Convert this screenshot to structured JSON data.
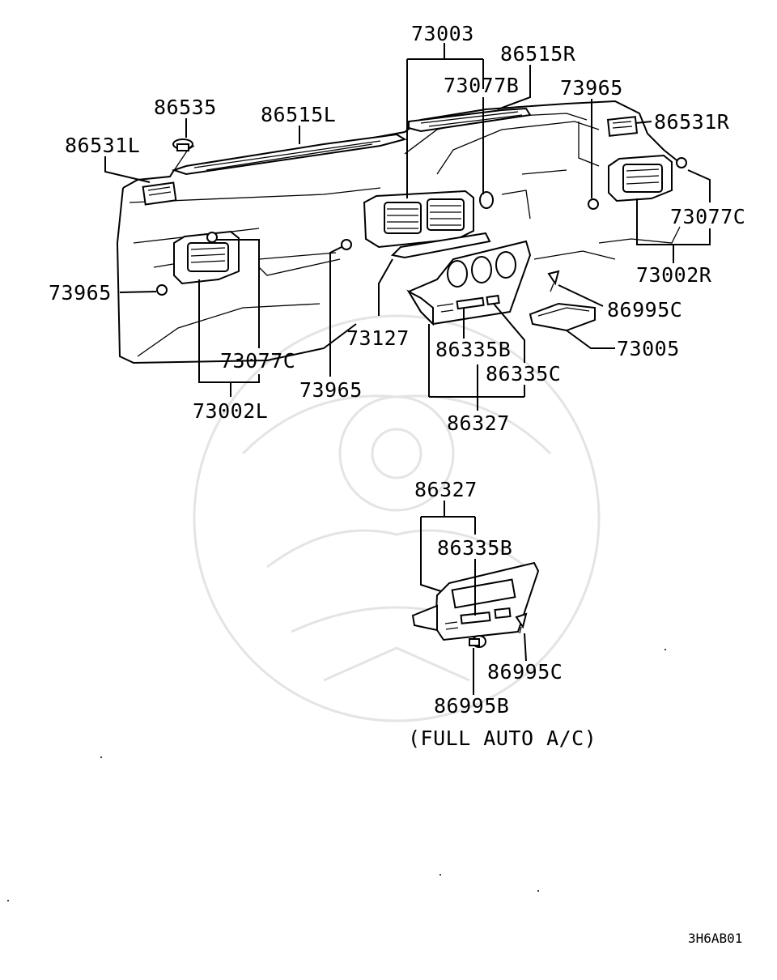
{
  "labels": {
    "l73003": "73003",
    "l86515R": "86515R",
    "l73077B": "73077B",
    "l73965_tr": "73965",
    "l86531R": "86531R",
    "l86535": "86535",
    "l86515L": "86515L",
    "l86531L": "86531L",
    "l73077C_r": "73077C",
    "l73002R": "73002R",
    "l73965_l": "73965",
    "l86995C_top": "86995C",
    "l73005": "73005",
    "l73127": "73127",
    "l86335B_top": "86335B",
    "l73077C_l": "73077C",
    "l86335C": "86335C",
    "l73965_b": "73965",
    "l73002L": "73002L",
    "l86327_top": "86327",
    "l86327_bot": "86327",
    "l86335B_bot": "86335B",
    "l86995C_bot": "86995C",
    "l86995B": "86995B",
    "variant": "(FULL AUTO A/C)",
    "diagram_code": "3H6AB01"
  }
}
